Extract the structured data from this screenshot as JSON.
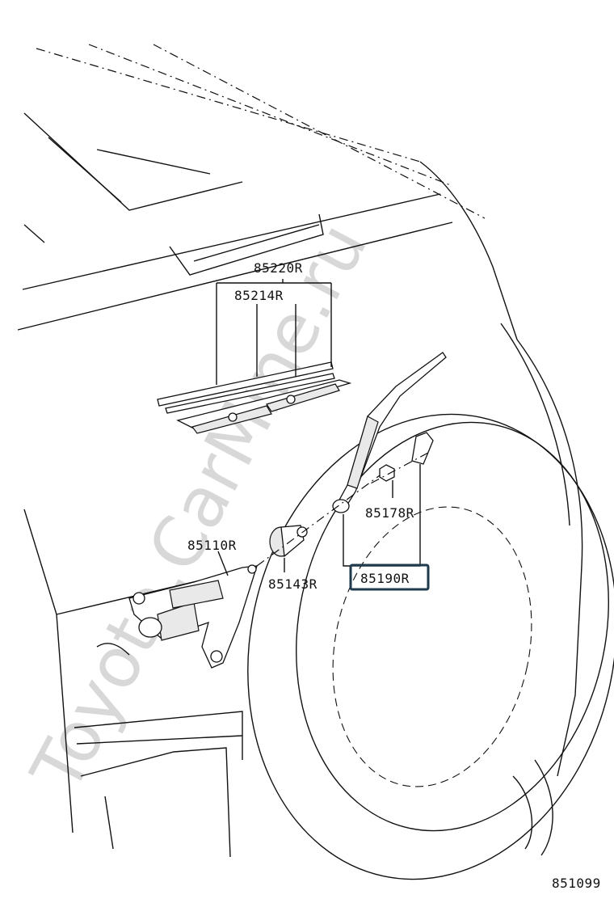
{
  "watermark": "Toyota.CarMine.ru",
  "diagram_code": "851099",
  "callouts": {
    "blade_assembly": "85220R",
    "blade_refill": "85214R",
    "motor": "85110R",
    "grommet": "85143R",
    "nut": "85178R",
    "arm": "85190R"
  },
  "highlight": "85190R"
}
